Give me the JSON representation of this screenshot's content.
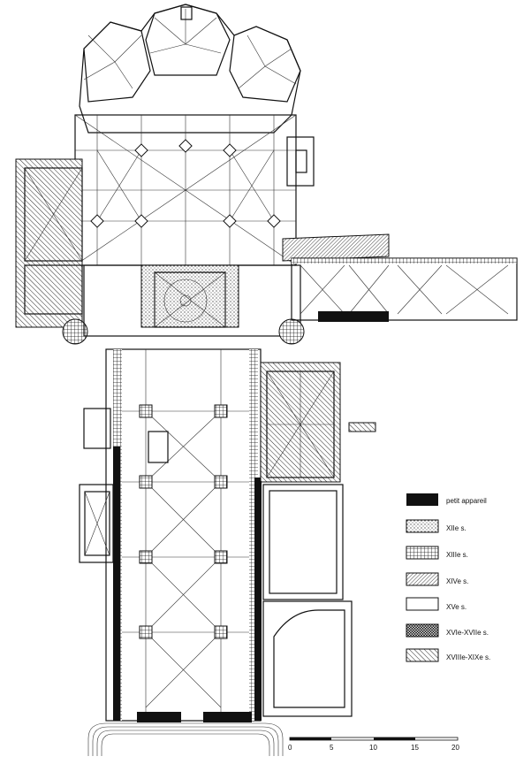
{
  "legend": {
    "items": [
      {
        "label": "petit appareil",
        "pattern": "solid-black"
      },
      {
        "label": "XIIe s.",
        "pattern": "dots"
      },
      {
        "label": "XIIIe s.",
        "pattern": "grid"
      },
      {
        "label": "XIVe s.",
        "pattern": "fine-hatch"
      },
      {
        "label": "XVe s.",
        "pattern": "blank"
      },
      {
        "label": "XVIe-XVIIe s.",
        "pattern": "dark-crosshatch"
      },
      {
        "label": "XVIIIe-XIXe s.",
        "pattern": "diagonal-hatch"
      }
    ]
  },
  "scale": {
    "ticks": [
      "0",
      "5",
      "10",
      "15",
      "20"
    ]
  },
  "colors": {
    "ink": "#111111",
    "paper": "#ffffff"
  }
}
